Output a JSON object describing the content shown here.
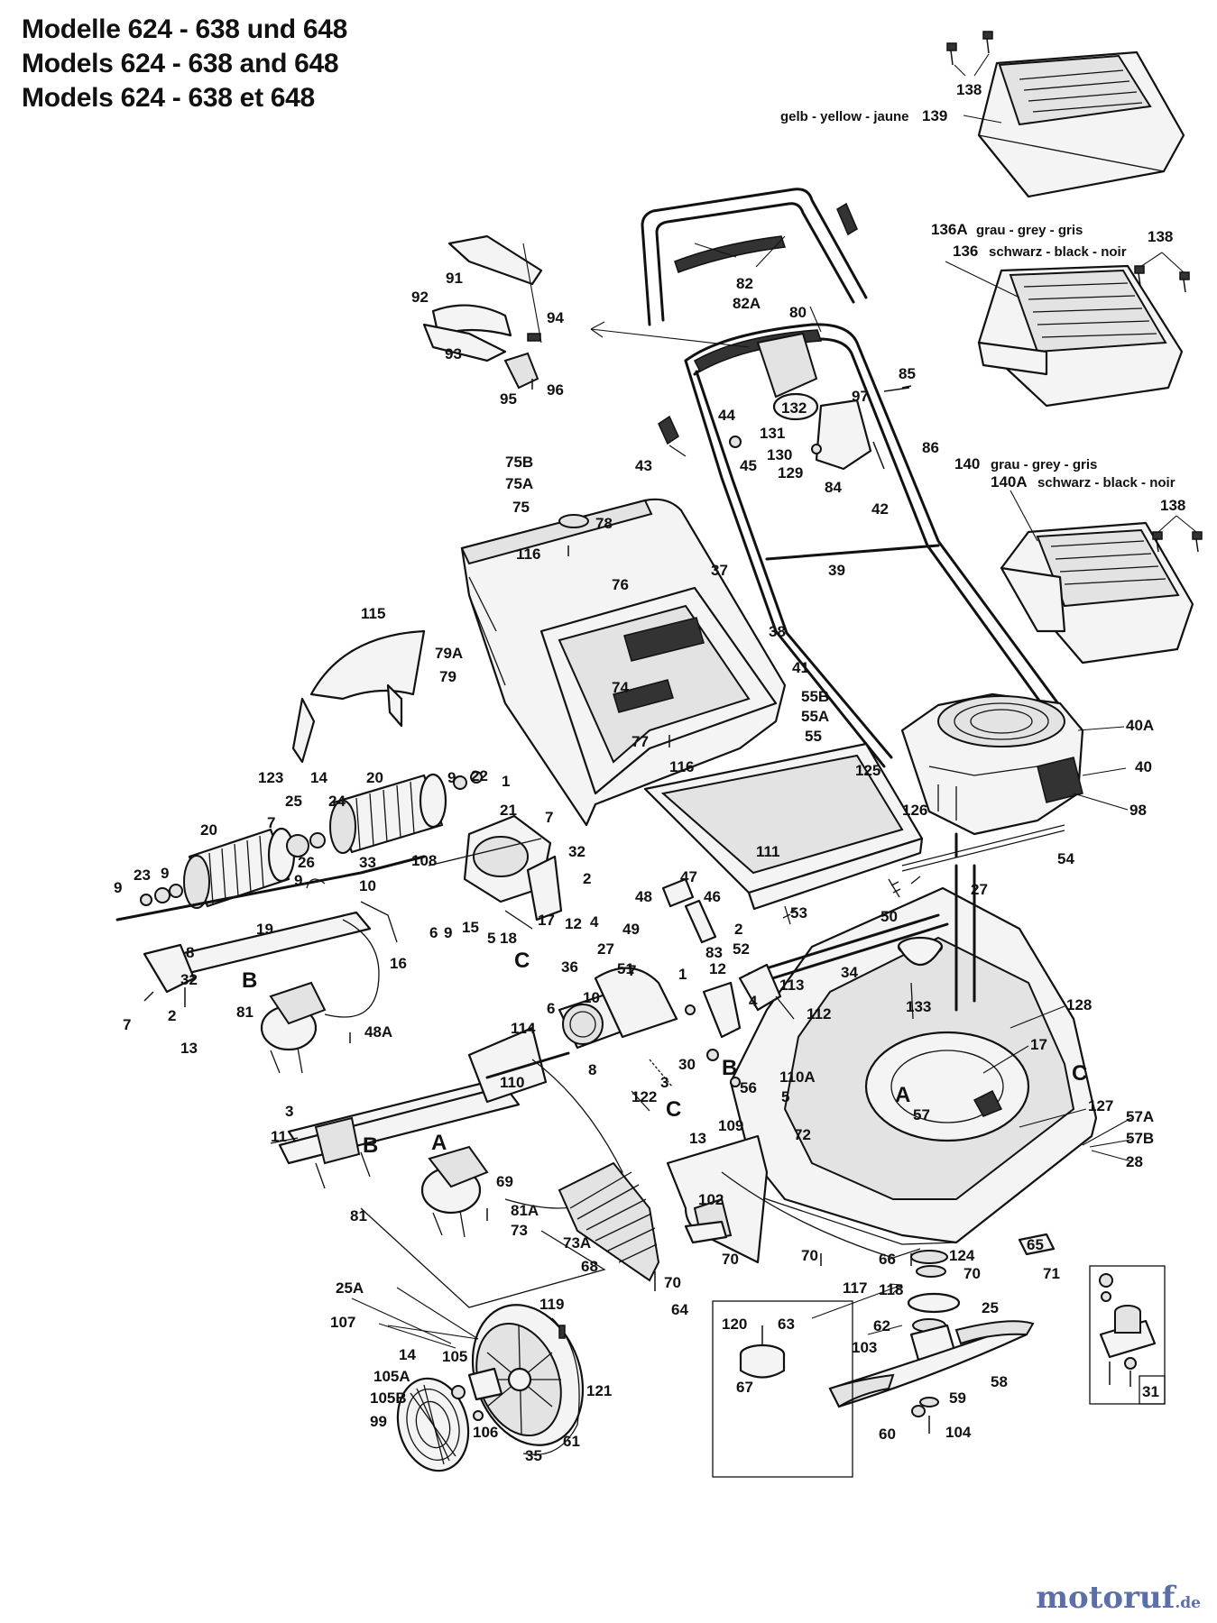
{
  "header": {
    "lines": [
      "Modelle 624 - 638 und 648",
      "Models 624 - 638 and 648",
      "Models 624 - 638 et 648"
    ]
  },
  "notes": {
    "n139": "gelb - yellow - jaune",
    "n136A": "grau - grey - gris",
    "n136": "schwarz - black - noir",
    "n140": "grau - grey - gris",
    "n140A": "schwarz - black - noir"
  },
  "markers": [
    "A",
    "B",
    "C"
  ],
  "watermark": {
    "brand_main": "motoruf",
    "brand_tld": ".de"
  },
  "labels": [
    {
      "id": "l138a",
      "text": "138"
    },
    {
      "id": "l139",
      "text": "139"
    },
    {
      "id": "l136A",
      "text": "136A"
    },
    {
      "id": "l136",
      "text": "136"
    },
    {
      "id": "l138b",
      "text": "138"
    },
    {
      "id": "l140",
      "text": "140"
    },
    {
      "id": "l140A",
      "text": "140A"
    },
    {
      "id": "l138c",
      "text": "138"
    },
    {
      "id": "l91",
      "text": "91"
    },
    {
      "id": "l92",
      "text": "92"
    },
    {
      "id": "l93",
      "text": "93"
    },
    {
      "id": "l94",
      "text": "94"
    },
    {
      "id": "l95",
      "text": "95"
    },
    {
      "id": "l96",
      "text": "96"
    },
    {
      "id": "l82",
      "text": "82"
    },
    {
      "id": "l82A",
      "text": "82A"
    },
    {
      "id": "l80",
      "text": "80"
    },
    {
      "id": "l85",
      "text": "85"
    },
    {
      "id": "l97",
      "text": "97"
    },
    {
      "id": "l132",
      "text": "132"
    },
    {
      "id": "l44",
      "text": "44"
    },
    {
      "id": "l131",
      "text": "131"
    },
    {
      "id": "l43",
      "text": "43"
    },
    {
      "id": "l45",
      "text": "45"
    },
    {
      "id": "l130",
      "text": "130"
    },
    {
      "id": "l129",
      "text": "129"
    },
    {
      "id": "l84",
      "text": "84"
    },
    {
      "id": "l86",
      "text": "86"
    },
    {
      "id": "l42",
      "text": "42"
    },
    {
      "id": "l75B",
      "text": "75B"
    },
    {
      "id": "l75A",
      "text": "75A"
    },
    {
      "id": "l75",
      "text": "75"
    },
    {
      "id": "l78",
      "text": "78"
    },
    {
      "id": "l116a",
      "text": "116"
    },
    {
      "id": "l37",
      "text": "37"
    },
    {
      "id": "l39",
      "text": "39"
    },
    {
      "id": "l38",
      "text": "38"
    },
    {
      "id": "l76",
      "text": "76"
    },
    {
      "id": "l115",
      "text": "115"
    },
    {
      "id": "l79A",
      "text": "79A"
    },
    {
      "id": "l79",
      "text": "79"
    },
    {
      "id": "l74",
      "text": "74"
    },
    {
      "id": "l41",
      "text": "41"
    },
    {
      "id": "l55B",
      "text": "55B"
    },
    {
      "id": "l55A",
      "text": "55A"
    },
    {
      "id": "l55",
      "text": "55"
    },
    {
      "id": "l77",
      "text": "77"
    },
    {
      "id": "l116b",
      "text": "116"
    },
    {
      "id": "l40A",
      "text": "40A"
    },
    {
      "id": "l125",
      "text": "125"
    },
    {
      "id": "l126",
      "text": "126"
    },
    {
      "id": "l40",
      "text": "40"
    },
    {
      "id": "l98",
      "text": "98"
    },
    {
      "id": "l54",
      "text": "54"
    },
    {
      "id": "l123",
      "text": "123"
    },
    {
      "id": "l14a",
      "text": "14"
    },
    {
      "id": "l20a",
      "text": "20"
    },
    {
      "id": "l9a",
      "text": "9"
    },
    {
      "id": "l22",
      "text": "22"
    },
    {
      "id": "l1a",
      "text": "1"
    },
    {
      "id": "l25a",
      "text": "25"
    },
    {
      "id": "l24",
      "text": "24"
    },
    {
      "id": "l7a",
      "text": "7"
    },
    {
      "id": "l20b",
      "text": "20"
    },
    {
      "id": "l21",
      "text": "21"
    },
    {
      "id": "l7b",
      "text": "7"
    },
    {
      "id": "l32a",
      "text": "32"
    },
    {
      "id": "l2a",
      "text": "2"
    },
    {
      "id": "l23",
      "text": "23"
    },
    {
      "id": "l9b",
      "text": "9"
    },
    {
      "id": "l26",
      "text": "26"
    },
    {
      "id": "l33",
      "text": "33"
    },
    {
      "id": "l108",
      "text": "108"
    },
    {
      "id": "l10a",
      "text": "10"
    },
    {
      "id": "l9c",
      "text": "9"
    },
    {
      "id": "l9d",
      "text": "9"
    },
    {
      "id": "l19",
      "text": "19"
    },
    {
      "id": "l6a",
      "text": "6"
    },
    {
      "id": "l9e",
      "text": "9"
    },
    {
      "id": "l15",
      "text": "15"
    },
    {
      "id": "l17a",
      "text": "17"
    },
    {
      "id": "l12a",
      "text": "12"
    },
    {
      "id": "l4a",
      "text": "4"
    },
    {
      "id": "l5a",
      "text": "5"
    },
    {
      "id": "l18",
      "text": "18"
    },
    {
      "id": "l8a",
      "text": "8"
    },
    {
      "id": "l16",
      "text": "16"
    },
    {
      "id": "l32b",
      "text": "32"
    },
    {
      "id": "l7c",
      "text": "7"
    },
    {
      "id": "l2b",
      "text": "2"
    },
    {
      "id": "l13a",
      "text": "13"
    },
    {
      "id": "l81a",
      "text": "81"
    },
    {
      "id": "l48A",
      "text": "48A"
    },
    {
      "id": "l111",
      "text": "111"
    },
    {
      "id": "l47",
      "text": "47"
    },
    {
      "id": "l48",
      "text": "48"
    },
    {
      "id": "l46",
      "text": "46"
    },
    {
      "id": "l49",
      "text": "49"
    },
    {
      "id": "l2c",
      "text": "2"
    },
    {
      "id": "l27a",
      "text": "27"
    },
    {
      "id": "l83",
      "text": "83"
    },
    {
      "id": "l52",
      "text": "52"
    },
    {
      "id": "l53",
      "text": "53"
    },
    {
      "id": "l50",
      "text": "50"
    },
    {
      "id": "l27b",
      "text": "27"
    },
    {
      "id": "l36",
      "text": "36"
    },
    {
      "id": "l7d",
      "text": "7"
    },
    {
      "id": "l1b",
      "text": "1"
    },
    {
      "id": "l51",
      "text": "51"
    },
    {
      "id": "l12b",
      "text": "12"
    },
    {
      "id": "l113",
      "text": "113"
    },
    {
      "id": "l112",
      "text": "112"
    },
    {
      "id": "l4b",
      "text": "4"
    },
    {
      "id": "l34",
      "text": "34"
    },
    {
      "id": "l6b",
      "text": "6"
    },
    {
      "id": "l10b",
      "text": "10"
    },
    {
      "id": "l114",
      "text": "114"
    },
    {
      "id": "l133",
      "text": "133"
    },
    {
      "id": "l128",
      "text": "128"
    },
    {
      "id": "l17b",
      "text": "17"
    },
    {
      "id": "l30",
      "text": "30"
    },
    {
      "id": "l8b",
      "text": "8"
    },
    {
      "id": "l110",
      "text": "110"
    },
    {
      "id": "l110A",
      "text": "110A"
    },
    {
      "id": "l5b",
      "text": "5"
    },
    {
      "id": "l122",
      "text": "122"
    },
    {
      "id": "l3a",
      "text": "3"
    },
    {
      "id": "l56",
      "text": "56"
    },
    {
      "id": "l127",
      "text": "127"
    },
    {
      "id": "l57",
      "text": "57"
    },
    {
      "id": "l57A",
      "text": "57A"
    },
    {
      "id": "l57B",
      "text": "57B"
    },
    {
      "id": "l28",
      "text": "28"
    },
    {
      "id": "l3b",
      "text": "3"
    },
    {
      "id": "l11",
      "text": "11"
    },
    {
      "id": "l109",
      "text": "109"
    },
    {
      "id": "l72",
      "text": "72"
    },
    {
      "id": "l13b",
      "text": "13"
    },
    {
      "id": "l69",
      "text": "69"
    },
    {
      "id": "l102",
      "text": "102"
    },
    {
      "id": "l81b",
      "text": "81"
    },
    {
      "id": "l81A",
      "text": "81A"
    },
    {
      "id": "l73",
      "text": "73"
    },
    {
      "id": "l73A",
      "text": "73A"
    },
    {
      "id": "l68",
      "text": "68"
    },
    {
      "id": "l70a",
      "text": "70"
    },
    {
      "id": "l70b",
      "text": "70"
    },
    {
      "id": "l66",
      "text": "66"
    },
    {
      "id": "l124",
      "text": "124"
    },
    {
      "id": "l65",
      "text": "65"
    },
    {
      "id": "l70c",
      "text": "70"
    },
    {
      "id": "l71",
      "text": "71"
    },
    {
      "id": "l117",
      "text": "117"
    },
    {
      "id": "l70d",
      "text": "70"
    },
    {
      "id": "l64",
      "text": "64"
    },
    {
      "id": "l118",
      "text": "118"
    },
    {
      "id": "l25b",
      "text": "25"
    },
    {
      "id": "l25A",
      "text": "25A"
    },
    {
      "id": "l107",
      "text": "107"
    },
    {
      "id": "l119",
      "text": "119"
    },
    {
      "id": "l120",
      "text": "120"
    },
    {
      "id": "l63",
      "text": "63"
    },
    {
      "id": "l62",
      "text": "62"
    },
    {
      "id": "l103",
      "text": "103"
    },
    {
      "id": "l14b",
      "text": "14"
    },
    {
      "id": "l105",
      "text": "105"
    },
    {
      "id": "l105A",
      "text": "105A"
    },
    {
      "id": "l105B",
      "text": "105B"
    },
    {
      "id": "l99",
      "text": "99"
    },
    {
      "id": "l121",
      "text": "121"
    },
    {
      "id": "l67",
      "text": "67"
    },
    {
      "id": "l58",
      "text": "58"
    },
    {
      "id": "l59",
      "text": "59"
    },
    {
      "id": "l31",
      "text": "31"
    },
    {
      "id": "l106",
      "text": "106"
    },
    {
      "id": "l61",
      "text": "61"
    },
    {
      "id": "l60",
      "text": "60"
    },
    {
      "id": "l104",
      "text": "104"
    },
    {
      "id": "l35",
      "text": "35"
    }
  ]
}
